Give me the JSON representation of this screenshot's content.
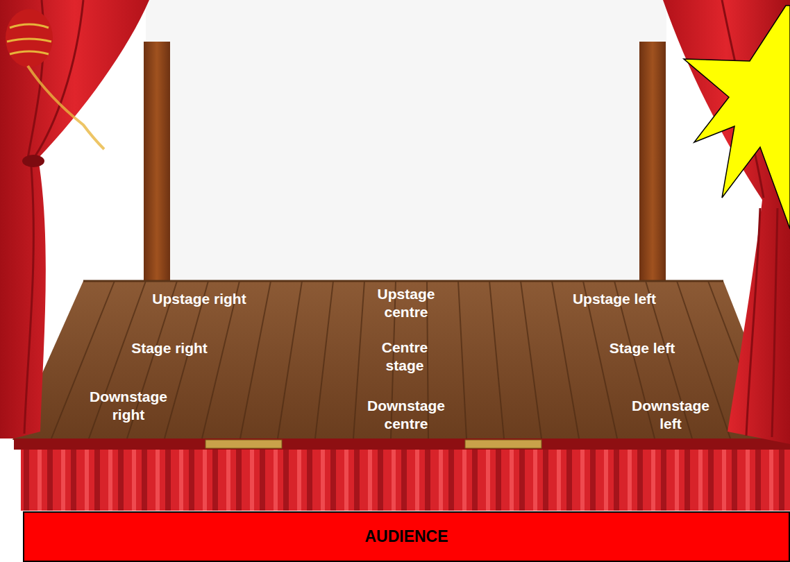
{
  "diagram": {
    "nodes": [
      {
        "text": [
          "AUDIENCE"
        ]
      }
    ],
    "labels": [
      "Upstage right",
      "Upstage centre",
      "Upstage left",
      "Stage right",
      "Centre stage",
      "Stage left",
      "Downstage right",
      "Downstage centre",
      "Downstage left"
    ]
  }
}
